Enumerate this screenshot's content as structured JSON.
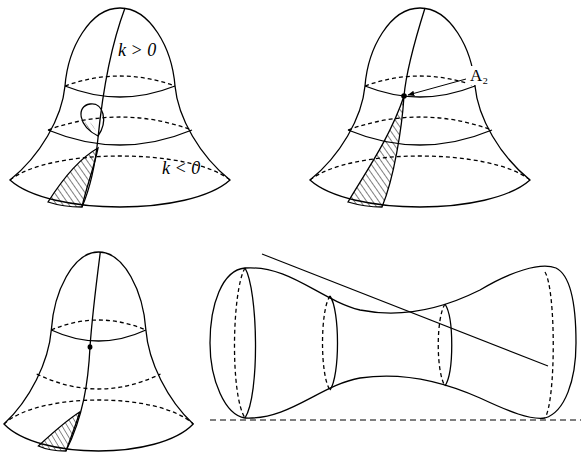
{
  "diagram": {
    "labels": [
      "k > 0",
      "k < 0",
      "A₂"
    ]
  }
}
